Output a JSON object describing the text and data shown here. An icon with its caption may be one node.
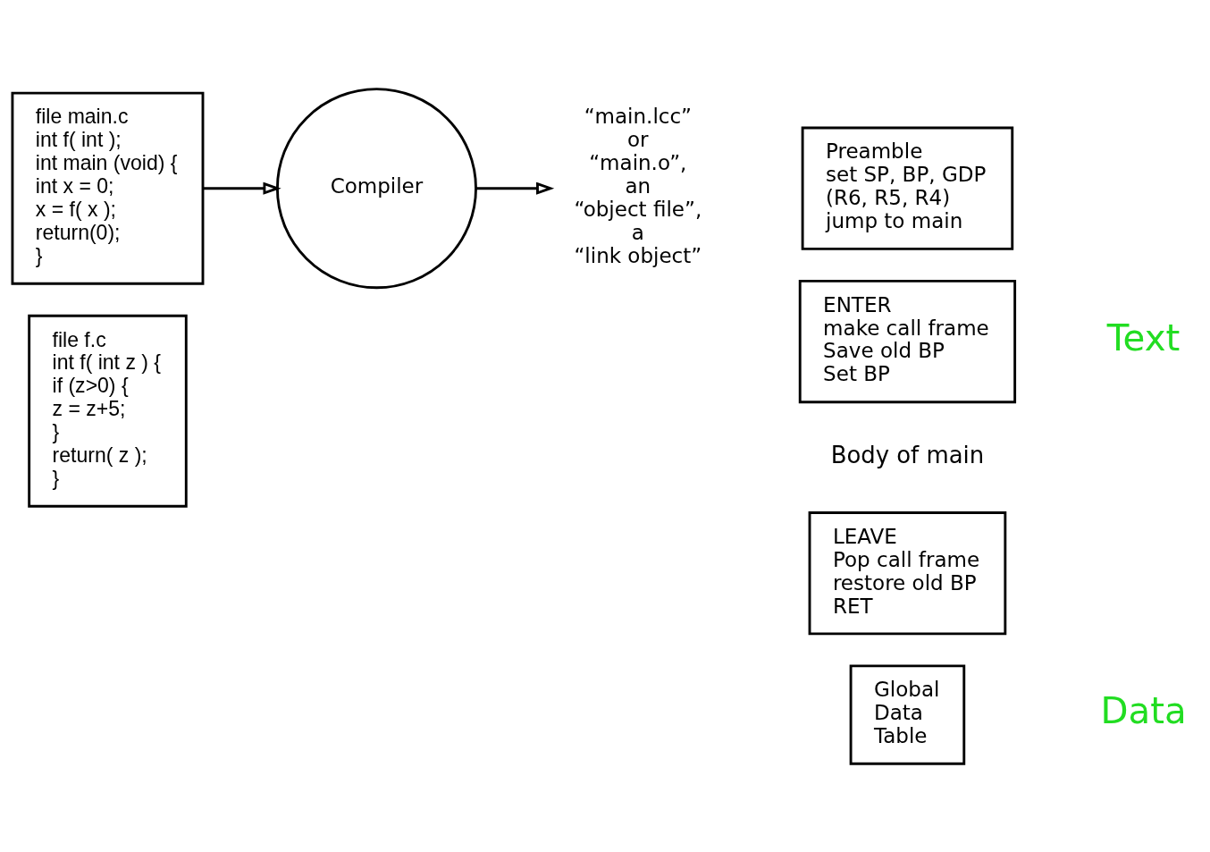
{
  "diagram": {
    "nodes": [
      {
        "text": [
          "file main.c",
          "int f( int );",
          "int main (void) {",
          "int x = 0;",
          "x = f( x );",
          "return(0);",
          "}"
        ]
      },
      {
        "text": [
          "file f.c",
          "int f( int z ) {",
          "if (z>0) {",
          "z = z+5;",
          "}",
          "return( z );",
          "}"
        ]
      },
      {
        "text": [
          "Compiler"
        ]
      },
      {
        "text": [
          "Preamble",
          "set SP, BP, GDP",
          "(R6, R5, R4)",
          "jump to main"
        ]
      },
      {
        "text": [
          "ENTER",
          "make call frame",
          "Save old BP",
          "Set BP"
        ]
      },
      {
        "text": [
          "LEAVE",
          "Pop call frame",
          "restore old BP",
          "RET"
        ]
      },
      {
        "text": [
          "Global",
          "Data",
          "Table"
        ]
      },
      {
        "text": [
          "“main.lcc”",
          "or",
          "“main.o”,",
          "an",
          "“object file”,",
          "a",
          "“link object”"
        ]
      }
    ],
    "edges": [
      {
        "from": 0,
        "to": 2,
        "arrow": "to"
      },
      {
        "from": 2,
        "to": 7,
        "arrow": "to"
      }
    ],
    "labels": [
      "Body of main",
      "Text",
      "Data"
    ]
  }
}
